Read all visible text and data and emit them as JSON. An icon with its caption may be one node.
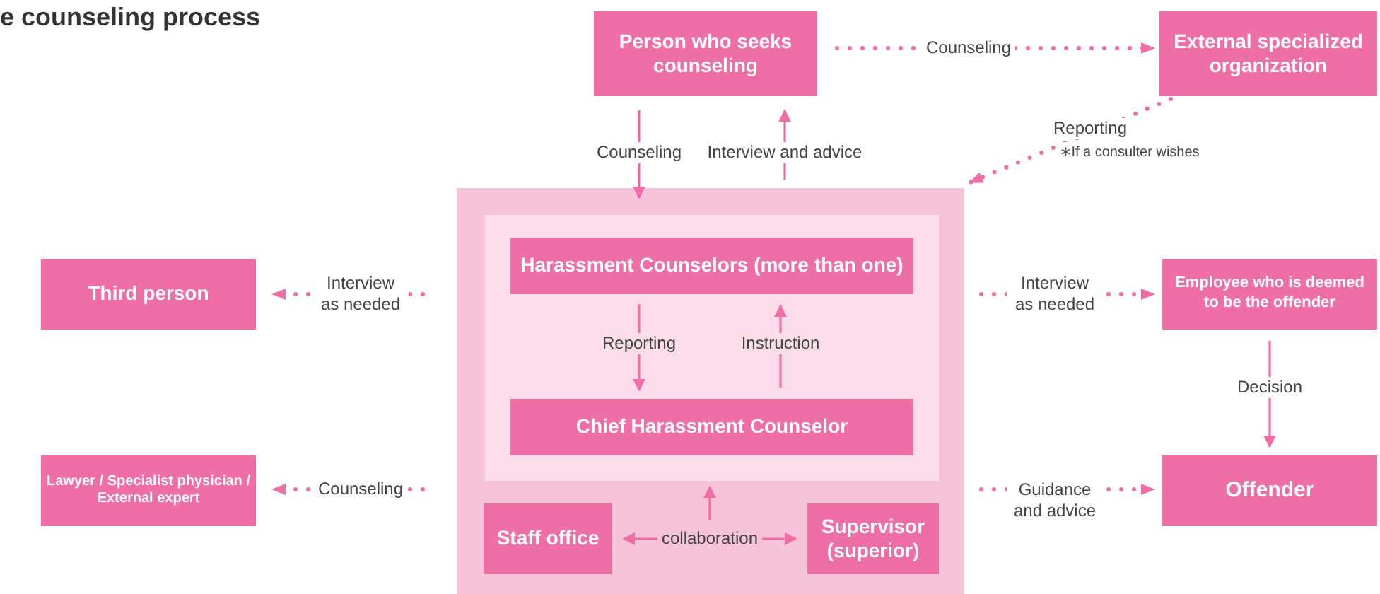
{
  "diagram": {
    "title": "e counseling process",
    "nodes": [
      {
        "text": [
          "Person who seeks counseling"
        ]
      },
      {
        "text": [
          "External specialized organization"
        ]
      },
      {
        "text": [],
        "shape": "box"
      },
      {
        "text": [],
        "shape": "box",
        "in": 2
      },
      {
        "text": [
          "Harassment Counselors (more than one)"
        ],
        "in": 3
      },
      {
        "text": [
          "Chief Harassment Counselor"
        ],
        "in": 3
      },
      {
        "text": [
          "Staff office"
        ],
        "in": 2
      },
      {
        "text": [
          "Supervisor (superior)"
        ],
        "in": 2
      },
      {
        "text": [
          "Third person"
        ]
      },
      {
        "text": [
          "Lawyer / Specialist physician / External expert"
        ]
      },
      {
        "text": [
          "Employee who is deemed to be the offender"
        ]
      },
      {
        "text": [
          "Offender"
        ]
      }
    ],
    "edges": [
      {
        "from": 0,
        "to": 2,
        "arrow": "to",
        "label": "Counseling"
      },
      {
        "from": 2,
        "to": 0,
        "arrow": "to",
        "label": "Interview and advice"
      },
      {
        "from": 0,
        "to": 1,
        "arrow": "to",
        "label": "Counseling",
        "style": "dashed"
      },
      {
        "from": 1,
        "to": 2,
        "arrow": "to",
        "label": "Reporting",
        "style": "dashed"
      },
      {
        "from": 2,
        "to": 8,
        "arrow": "to",
        "label": "Interview as needed",
        "style": "dashed"
      },
      {
        "from": 2,
        "to": 9,
        "arrow": "to",
        "label": "Counseling",
        "style": "dashed"
      },
      {
        "from": 2,
        "to": 10,
        "arrow": "to",
        "label": "Interview as needed",
        "style": "dashed"
      },
      {
        "from": 2,
        "to": 11,
        "arrow": "to",
        "label": "Guidance and advice",
        "style": "dashed"
      },
      {
        "from": 10,
        "to": 11,
        "arrow": "to",
        "label": "Decision"
      },
      {
        "from": 4,
        "to": 5,
        "arrow": "to",
        "label": "Reporting"
      },
      {
        "from": 5,
        "to": 4,
        "arrow": "to",
        "label": "Instruction"
      },
      {
        "from": 6,
        "to": 7,
        "arrow": "both",
        "label": "collaboration"
      },
      {
        "from": null,
        "to": 3,
        "arrow": "to"
      }
    ],
    "labels": [
      "∗If a consulter wishes"
    ]
  }
}
